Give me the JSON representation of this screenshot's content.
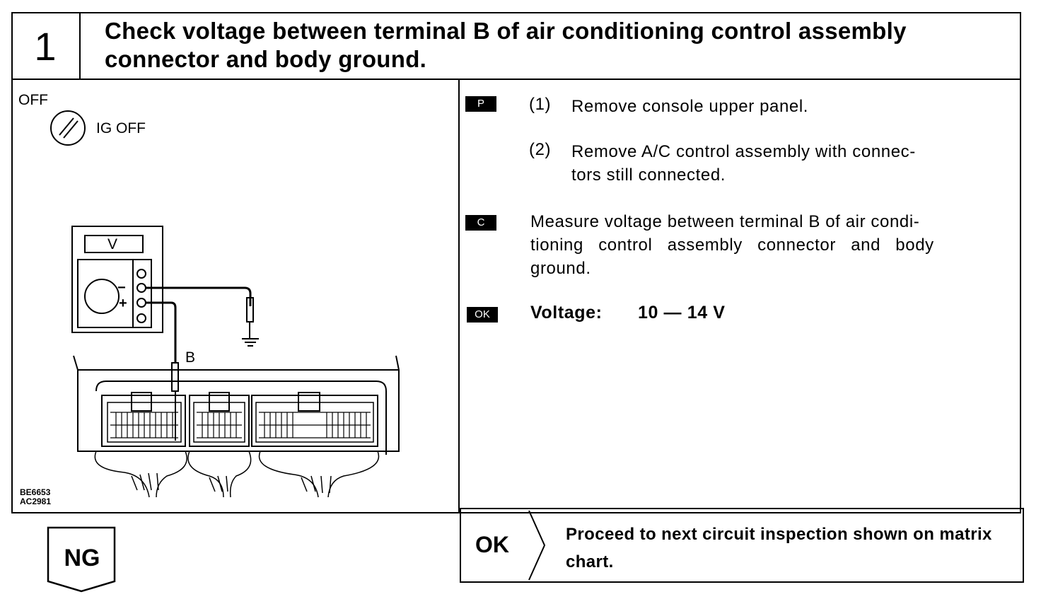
{
  "step": {
    "number": "1",
    "title": "Check voltage between terminal B of air conditioning control assembly connector and body ground."
  },
  "figure": {
    "switch_label": "OFF",
    "ig_label": "IG OFF",
    "meter_label": "V",
    "minus": "−",
    "plus": "+",
    "terminal_label": "B",
    "code_line1": "BE6653",
    "code_line2": "AC2981"
  },
  "instructions": {
    "prep_tag": "P",
    "item1_num": "(1)",
    "item1_text": "Remove console upper panel.",
    "item2_num": "(2)",
    "item2_text_a": "Remove A/C control assembly with connec-",
    "item2_text_b": "tors still connected.",
    "check_tag": "C",
    "check_text_a": "Measure voltage between terminal B of air condi-",
    "check_text_b": "tioning control assembly connector and body",
    "check_text_c": "ground.",
    "ok_tag": "OK",
    "ok_label": "Voltage:",
    "ok_value": "10 — 14 V"
  },
  "result": {
    "ok": "OK",
    "ok_text": "Proceed to next circuit inspection shown on matrix chart.",
    "ng": "NG"
  }
}
